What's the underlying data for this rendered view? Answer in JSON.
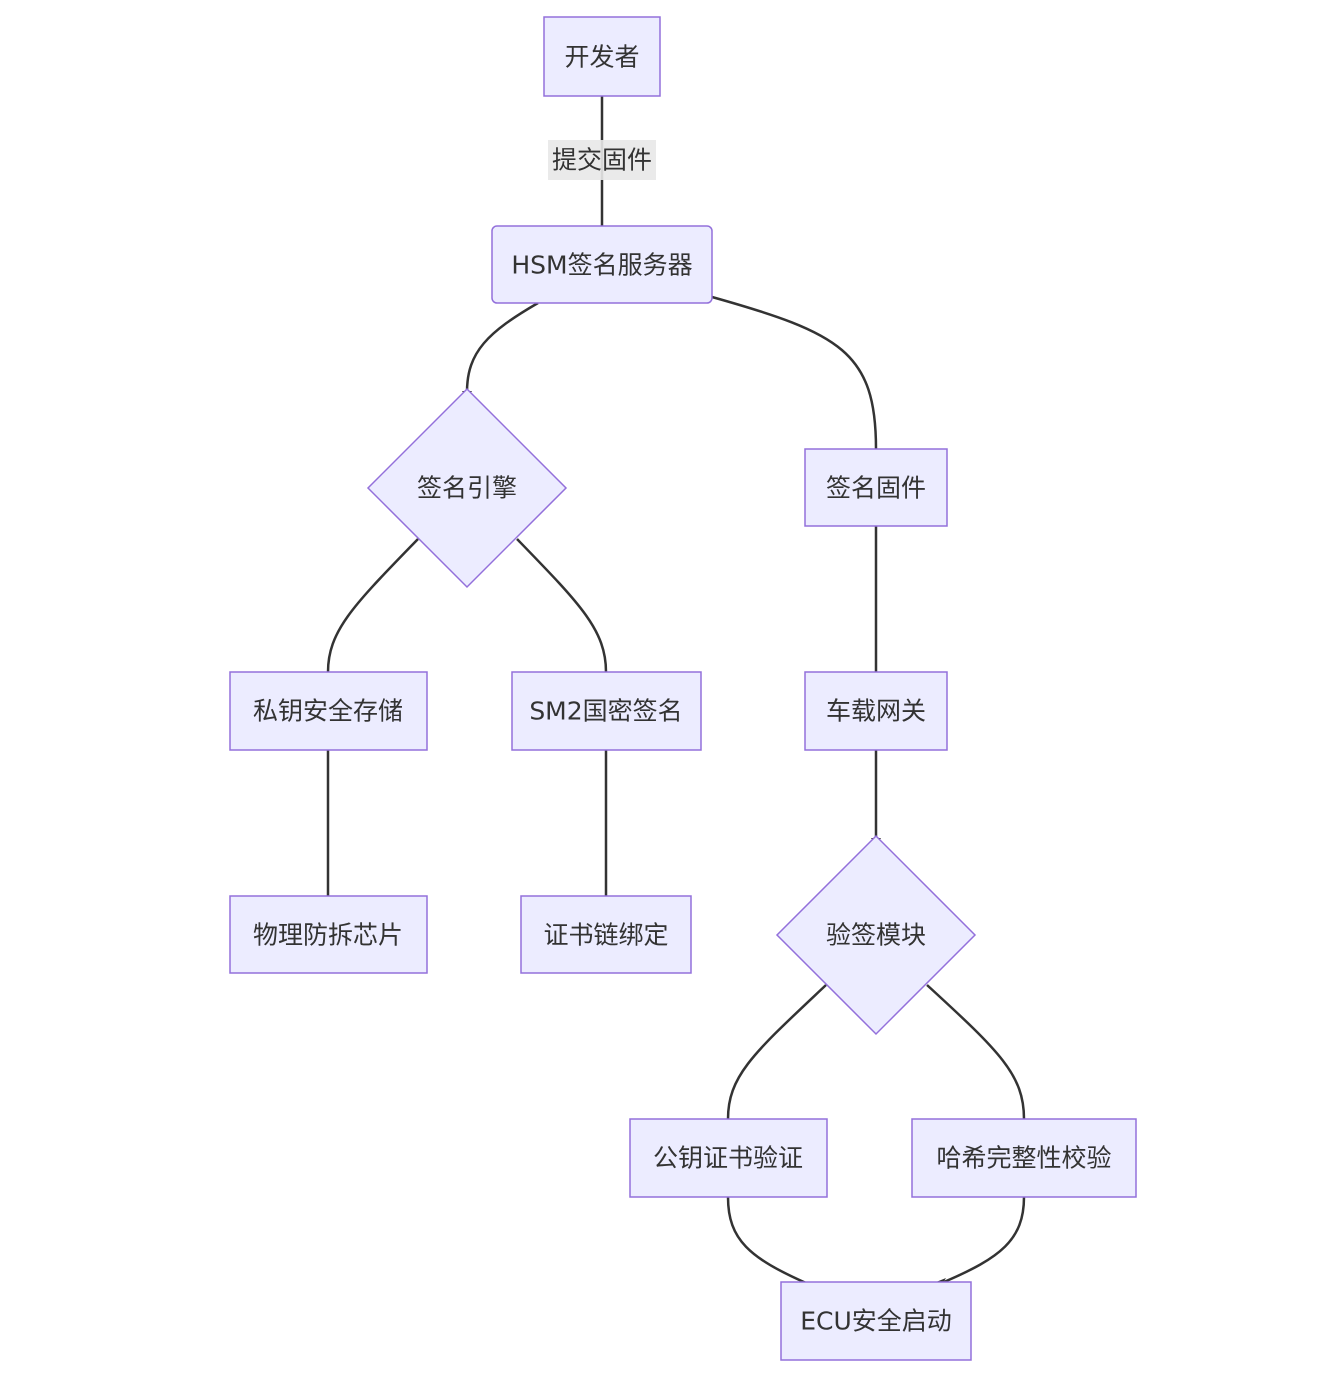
{
  "diagram": {
    "nodes": {
      "developer": "开发者",
      "hsm": "HSM签名服务器",
      "sign_engine": "签名引擎",
      "signed_fw": "签名固件",
      "key_storage": "私钥安全存储",
      "sm2": "SM2国密签名",
      "gateway": "车载网关",
      "tamper_chip": "物理防拆芯片",
      "cert_chain": "证书链绑定",
      "verify_module": "验签模块",
      "pubkey_cert": "公钥证书验证",
      "hash_check": "哈希完整性校验",
      "ecu_boot": "ECU安全启动"
    },
    "edges": {
      "submit_fw": "提交固件"
    },
    "colors": {
      "node_fill": "#ECECFF",
      "node_stroke": "#9370DB",
      "edge": "#333333",
      "text": "#333333",
      "edge_label_bg": "#E8E8E8"
    }
  }
}
